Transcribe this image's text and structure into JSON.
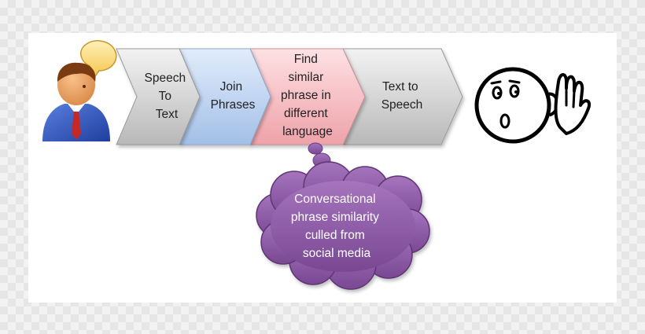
{
  "steps": [
    {
      "lines": [
        "Speech",
        "To",
        "Text"
      ],
      "color": "#d9d9d9"
    },
    {
      "lines": [
        "Join",
        "Phrases"
      ],
      "color": "#c6d9f1"
    },
    {
      "lines": [
        "Find",
        "similar",
        "phrase in",
        "different",
        "language"
      ],
      "color": "#f7c4c8"
    },
    {
      "lines": [
        "Text to",
        "Speech"
      ],
      "color": "#d9d9d9"
    }
  ],
  "cloud": {
    "lines": [
      "Conversational",
      "phrase similarity",
      "culled from",
      "social media"
    ],
    "color": "#8e5ba6"
  },
  "icons": {
    "speaker": "businessman-speaking-icon",
    "listener": "listening-face-icon"
  }
}
